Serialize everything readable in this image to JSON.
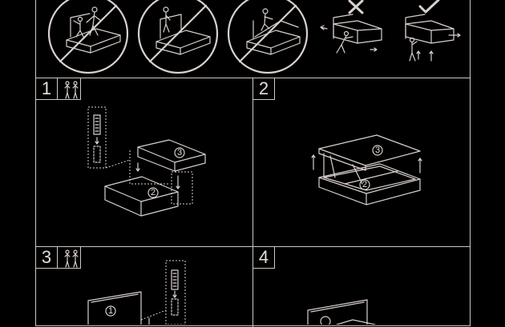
{
  "steps": [
    {
      "number": "1",
      "people_icon": "two-people-icon"
    },
    {
      "number": "2"
    },
    {
      "number": "3",
      "people_icon": "two-people-icon"
    },
    {
      "number": "4"
    }
  ],
  "labels": {
    "step1_top_part": "3",
    "step1_base_part": "2",
    "step2_lid_part": "3",
    "step2_base_part": "2",
    "step3_headboard_part": "1"
  },
  "colors": {
    "background": "#000000",
    "line": "#d9d1cd"
  },
  "warnings": [
    {
      "icon": "no-climbing-on-bed-icon",
      "kind": "prohibited"
    },
    {
      "icon": "no-standing-on-bed-icon",
      "kind": "prohibited"
    },
    {
      "icon": "no-sitting-on-open-bed-icon",
      "kind": "prohibited"
    },
    {
      "icon": "lift-wrong-way-icon",
      "kind": "incorrect"
    },
    {
      "icon": "lift-correct-way-icon",
      "kind": "correct"
    }
  ]
}
